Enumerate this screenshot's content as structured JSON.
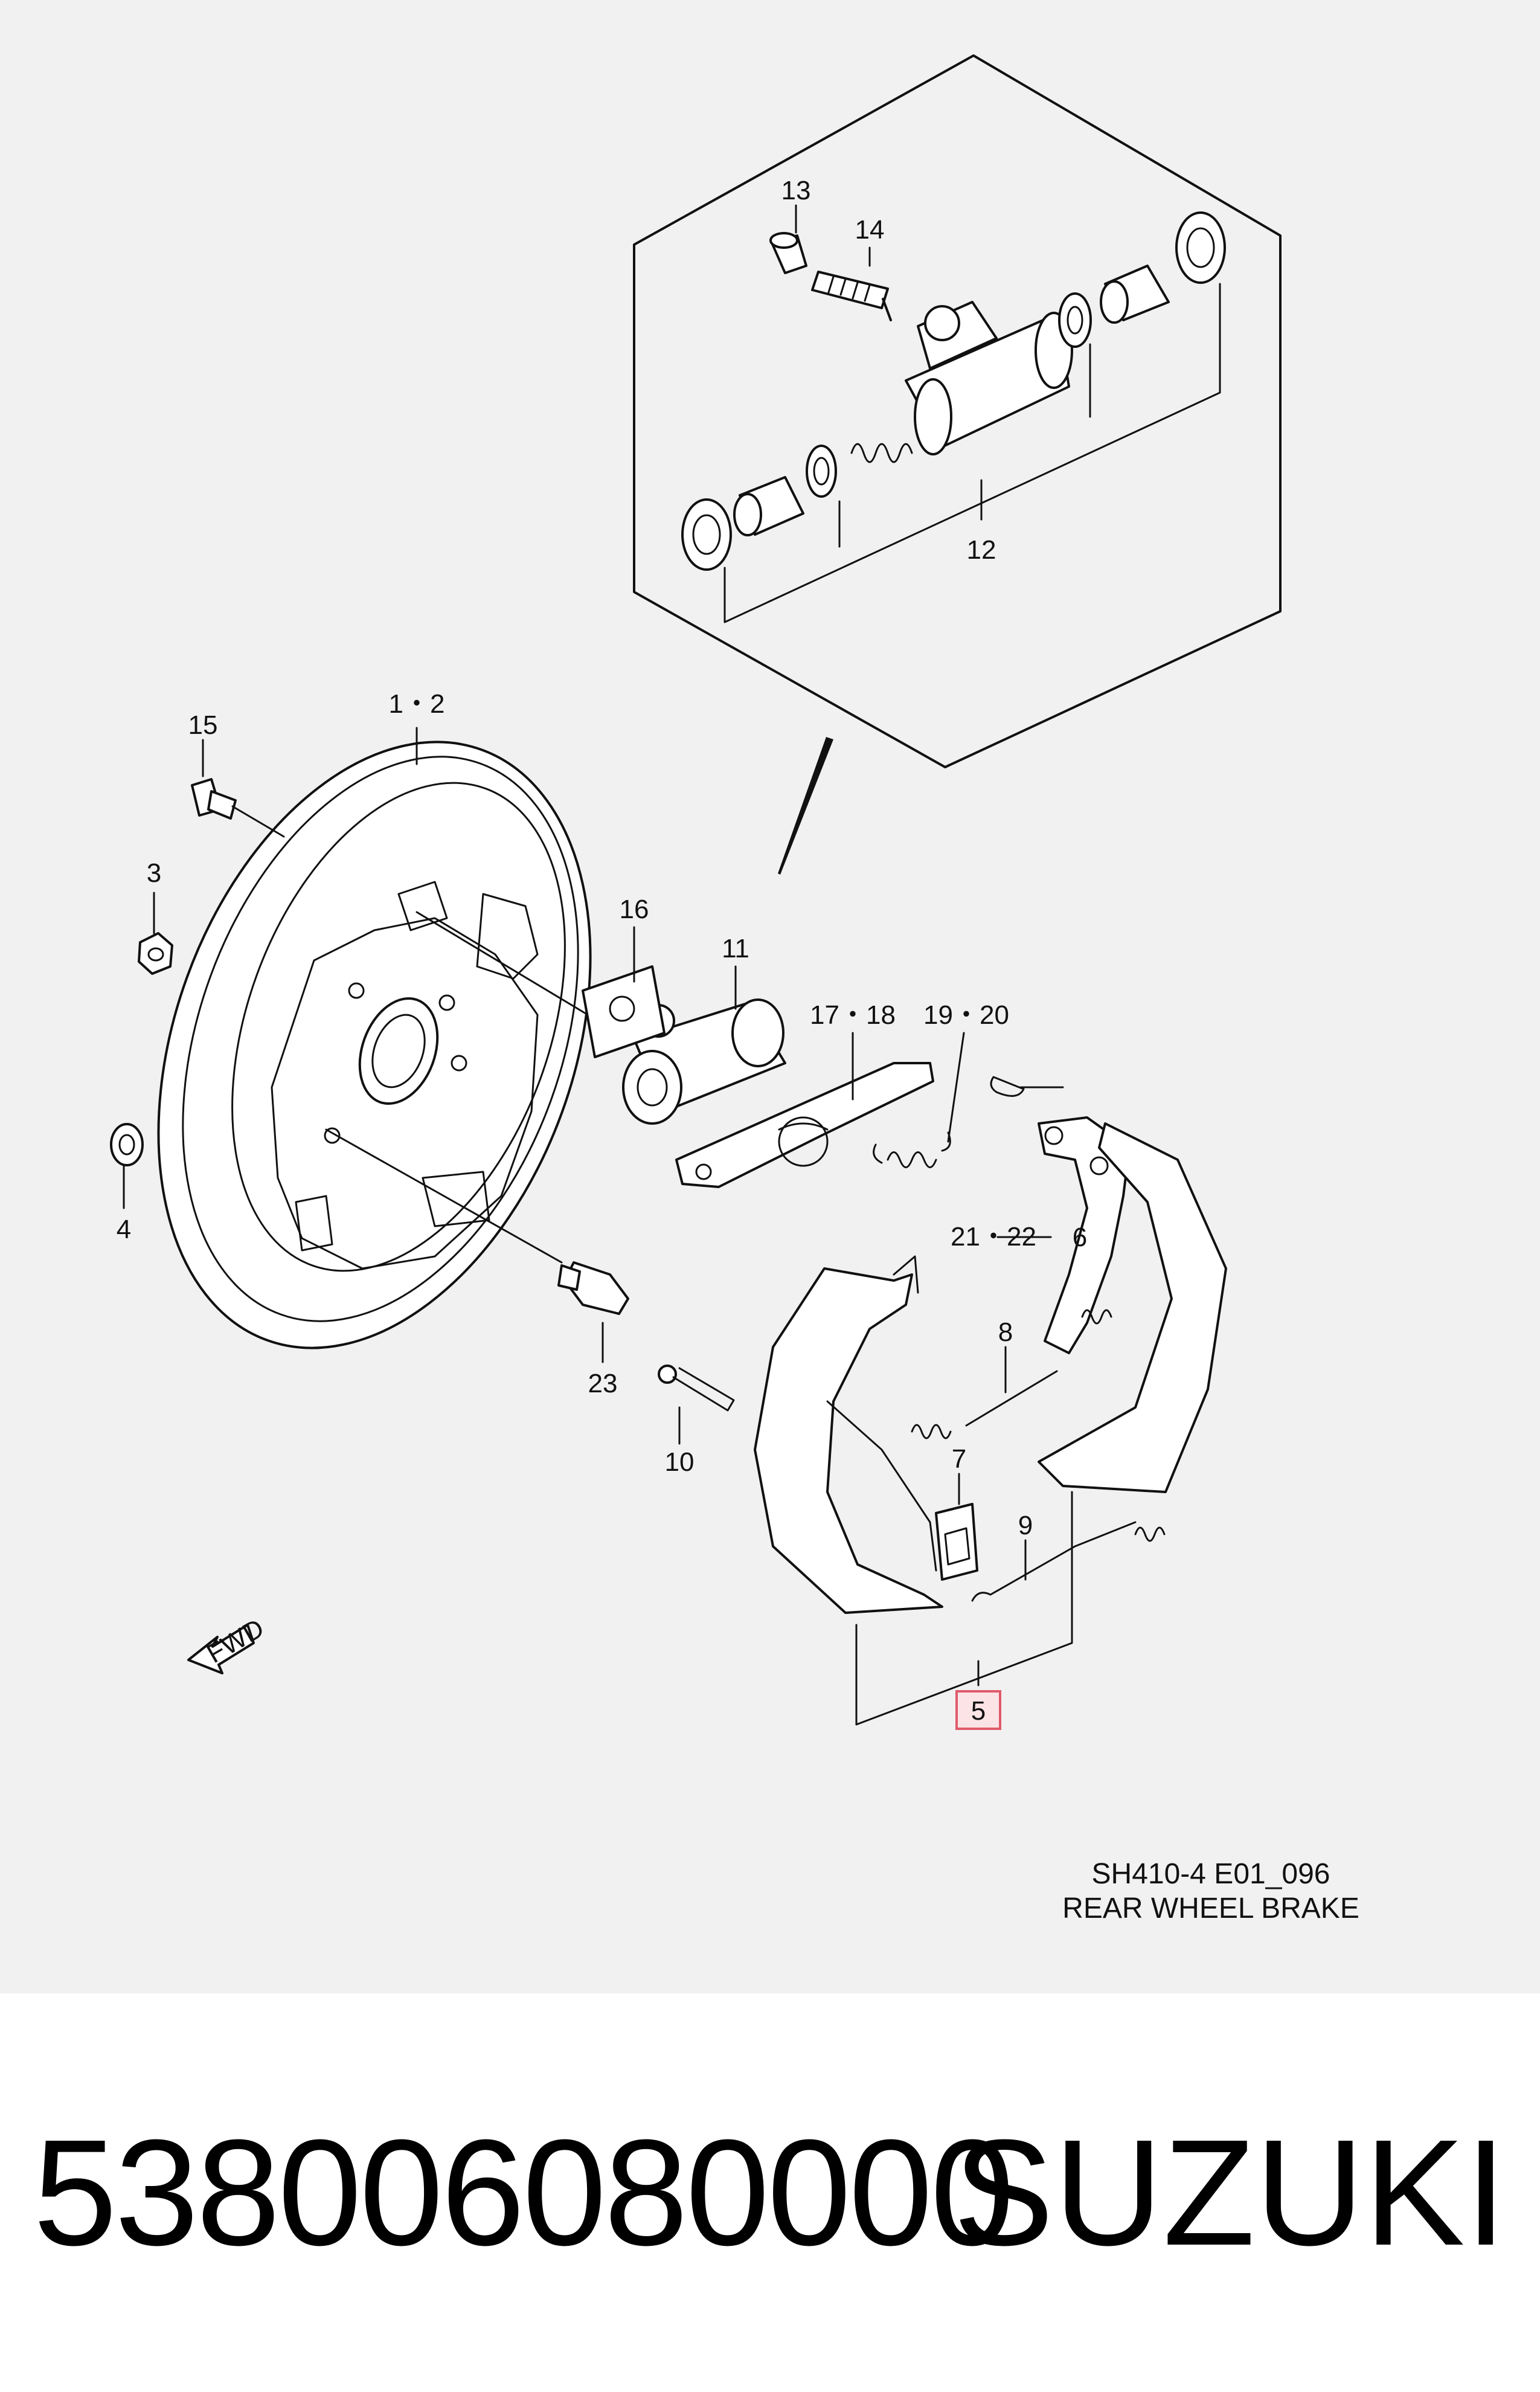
{
  "diagram": {
    "callouts": {
      "c13": "13",
      "c14": "14",
      "c12": "12",
      "c1_2": "1・2",
      "c15": "15",
      "c3": "3",
      "c4": "4",
      "c16": "16",
      "c11": "11",
      "c17_18": "17・18",
      "c19_20": "19・20",
      "c6": "6",
      "c21_22": "21・22",
      "c8": "8",
      "c23": "23",
      "c10": "10",
      "c7": "7",
      "c9": "9",
      "c5": "5"
    },
    "fwd_label": "FWD",
    "caption_code": "SH410-4 E01_096",
    "caption_title": "REAR WHEEL BRAKE",
    "highlight_color": "#e05a6a"
  },
  "footer": {
    "part_number": "538006080000",
    "brand": "SUZUKI"
  }
}
